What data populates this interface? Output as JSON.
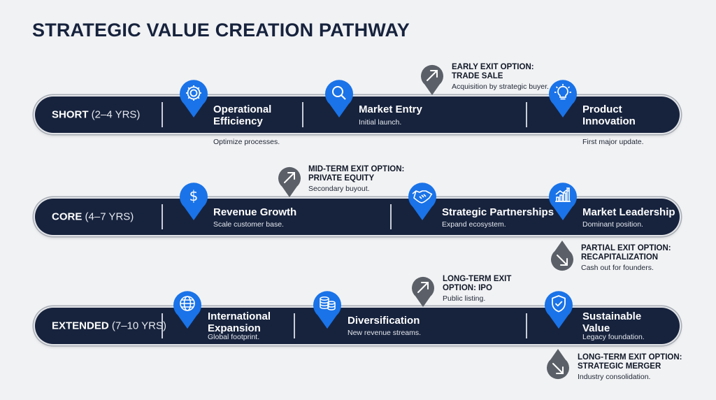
{
  "title": "STRATEGIC VALUE CREATION PATHWAY",
  "colors": {
    "background": "#f1f2f4",
    "track": "#17233d",
    "pin_blue": "#1a73e8",
    "pin_grey": "#5b6068",
    "separator": "#c9ced7"
  },
  "tracks": {
    "short": {
      "label_bold": "SHORT",
      "label_years": "(2–4 YRS)",
      "milestones": [
        {
          "icon": "gear-icon",
          "title": "Operational Efficiency",
          "desc": "Optimize processes."
        },
        {
          "icon": "magnifier-icon",
          "title": "Market Entry",
          "desc": "Initial launch."
        },
        {
          "icon": "lightbulb-icon",
          "title": "Product Innovation",
          "desc": "First major update."
        }
      ]
    },
    "core": {
      "label_bold": "CORE",
      "label_years": "(4–7 YRS)",
      "milestones": [
        {
          "icon": "dollar-icon",
          "title": "Revenue Growth",
          "desc": "Scale customer base."
        },
        {
          "icon": "handshake-icon",
          "title": "Strategic Partnerships",
          "desc": "Expand ecosystem."
        },
        {
          "icon": "growth-chart-icon",
          "title": "Market Leadership",
          "desc": "Dominant position."
        }
      ]
    },
    "extended": {
      "label_bold": "EXTENDED",
      "label_years": "(7–10 YRS)",
      "milestones": [
        {
          "icon": "globe-icon",
          "title": "International Expansion",
          "desc": "Global footprint."
        },
        {
          "icon": "coins-icon",
          "title": "Diversification",
          "desc": "New revenue streams."
        },
        {
          "icon": "shield-check-icon",
          "title": "Sustainable Value",
          "desc": "Legacy foundation."
        }
      ]
    }
  },
  "exits": [
    {
      "icon": "arrow-up-right-icon",
      "title_line1": "EARLY EXIT OPTION:",
      "title_line2": "TRADE SALE",
      "desc": "Acquisition by strategic buyer."
    },
    {
      "icon": "arrow-up-right-icon",
      "title_line1": "MID-TERM EXIT OPTION:",
      "title_line2": "PRIVATE EQUITY",
      "desc": "Secondary buyout."
    },
    {
      "icon": "arrow-down-right-icon",
      "title_line1": "PARTIAL EXIT OPTION:",
      "title_line2": "RECAPITALIZATION",
      "desc": "Cash out for founders."
    },
    {
      "icon": "arrow-up-right-icon",
      "title_line1": "LONG-TERM EXIT",
      "title_line2": "OPTION: IPO",
      "desc": "Public listing."
    },
    {
      "icon": "arrow-down-right-icon",
      "title_line1": "LONG-TERM EXIT OPTION:",
      "title_line2": "STRATEGIC MERGER",
      "desc": "Industry consolidation."
    }
  ]
}
